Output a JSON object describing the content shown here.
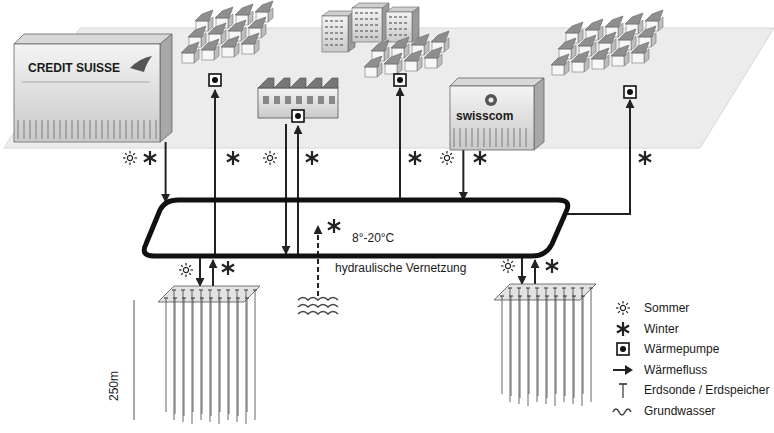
{
  "diagram": {
    "nodes": [
      {
        "text": [
          "CREDIT SUISSE"
        ]
      },
      {
        "text": [
          "swisscom"
        ]
      },
      {
        "text": [
          "8°-20°C",
          "hydraulische Vernetzung"
        ]
      }
    ],
    "edges": [
      {
        "from": 0,
        "to": 2,
        "arrow": "to"
      },
      {
        "from": 1,
        "to": 2,
        "arrow": "to"
      }
    ],
    "labels": [
      "250m"
    ],
    "legend": [
      {
        "text": "Sommer"
      },
      {
        "text": "Winter"
      },
      {
        "text": "Wärmepumpe"
      },
      {
        "text": "Wärmefluss"
      },
      {
        "text": "Erdsonde / Erdspeicher"
      },
      {
        "text": "Grundwasser"
      }
    ]
  }
}
